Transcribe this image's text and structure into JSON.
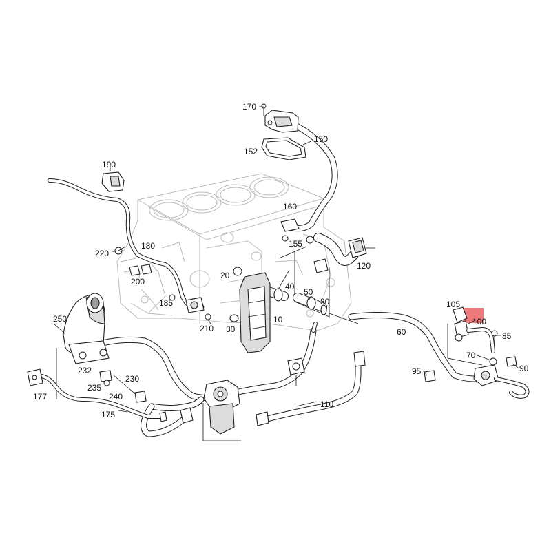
{
  "diagram": {
    "callouts": [
      "170",
      "150",
      "152",
      "190",
      "160",
      "155",
      "120",
      "220",
      "180",
      "200",
      "20",
      "40",
      "50",
      "80",
      "185",
      "210",
      "30",
      "10",
      "250",
      "105",
      "100",
      "85",
      "60",
      "70",
      "90",
      "232",
      "230",
      "95",
      "235",
      "240",
      "177",
      "175",
      "110"
    ],
    "highlight_color": "#e8585a"
  }
}
